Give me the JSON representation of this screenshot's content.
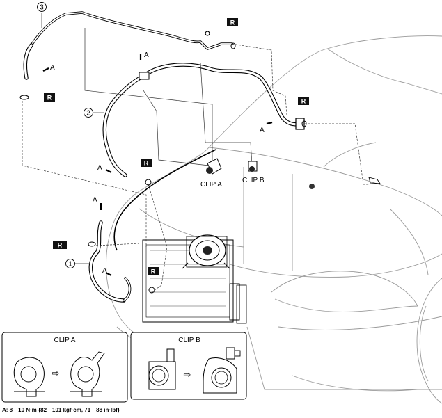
{
  "callouts": {
    "one": "1",
    "two": "2",
    "three": "3"
  },
  "torque_ref": "A",
  "replace_mark": "R",
  "clips": {
    "a_label": "CLIP A",
    "b_label": "CLIP B"
  },
  "insets": {
    "a_title": "CLIP A",
    "b_title": "CLIP B",
    "arrow": "⇨"
  },
  "footnote": "A: 8—10 N·m {82—101 kgf·cm, 71—88 in·lbf}"
}
